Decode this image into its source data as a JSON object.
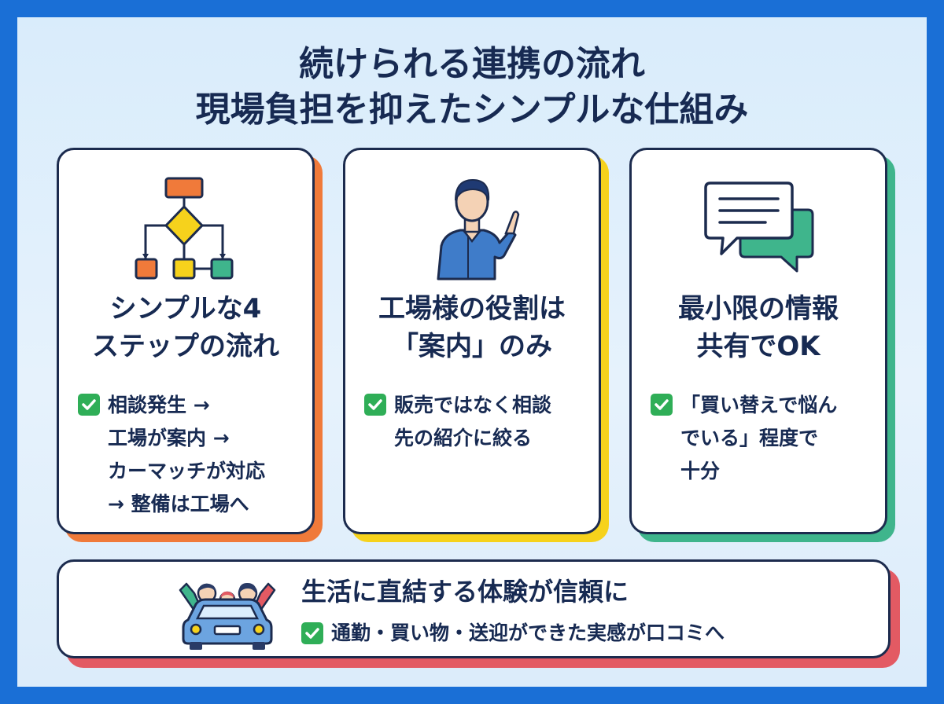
{
  "title": {
    "line1": "続けられる連携の流れ",
    "line2": "現場負担を抑えたシンプルな仕組み"
  },
  "cards": [
    {
      "icon": "flowchart-icon",
      "accent": "#f07a3a",
      "heading": [
        "シンプルな4",
        "ステップの流れ"
      ],
      "check_lines": [
        "相談発生 →",
        "工場が案内 →",
        "カーマッチが対応",
        "→ 整備は工場へ"
      ]
    },
    {
      "icon": "person-pointing-icon",
      "accent": "#f6d21c",
      "heading": [
        "工場様の役割は",
        "「案内」のみ"
      ],
      "check_lines": [
        "販売ではなく相談",
        "先の紹介に絞る"
      ]
    },
    {
      "icon": "chat-bubbles-icon",
      "accent": "#3fb58c",
      "heading": [
        "最小限の情報",
        "共有でOK"
      ],
      "check_lines": [
        "「買い替えで悩ん",
        "でいる」程度で",
        "十分"
      ]
    }
  ],
  "bottom": {
    "icon": "family-car-icon",
    "accent": "#e35a63",
    "title": "生活に直結する体験が信頼に",
    "check_text": "通勤・買い物・送迎ができた実感が口コミへ"
  },
  "colors": {
    "frame": "#1a6fd6",
    "text": "#172a52",
    "check": "#2fae57"
  }
}
